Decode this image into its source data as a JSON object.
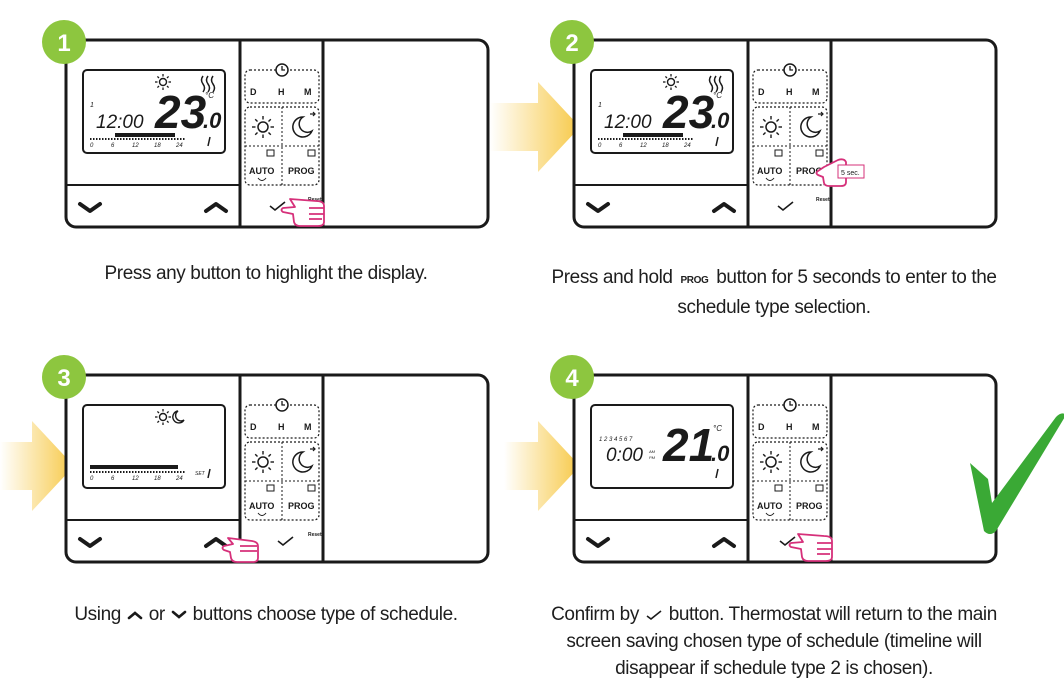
{
  "colors": {
    "badge": "#8dc63f",
    "arrow": "#f7c948",
    "hand": "#d6307a",
    "check": "#3aa935",
    "outline": "#1a1a1a"
  },
  "device": {
    "mode_d": "D",
    "mode_h": "H",
    "mode_m": "M",
    "auto_label": "AUTO",
    "prog_label": "PROG",
    "reset_label": "Reset",
    "hold_tag": "5 sec.",
    "timeline_ticks": [
      "0",
      "6",
      "12",
      "18",
      "24"
    ],
    "set_label": "SET"
  },
  "steps": [
    {
      "number": "1",
      "display": {
        "time": "12:00",
        "temp": "23",
        "temp_dec": ".0",
        "unit": "°C"
      },
      "caption": [
        "Press any button to highlight the display."
      ]
    },
    {
      "number": "2",
      "display": {
        "time": "12:00",
        "temp": "23",
        "temp_dec": ".0",
        "unit": "°C"
      },
      "caption_pre": "Press and hold",
      "caption_post": "button for 5 seconds to enter to the",
      "caption_line2": "schedule type selection."
    },
    {
      "number": "3",
      "caption_pre": "Using",
      "caption_mid": "or",
      "caption_post": "buttons choose type of schedule."
    },
    {
      "number": "4",
      "display": {
        "days": "1 2 3 4 5 6 7",
        "time": "0:00",
        "am": "AM",
        "pm": "PM",
        "temp": "21",
        "temp_dec": ".0",
        "unit": "°C"
      },
      "caption_pre": "Confirm by",
      "caption_post": "button. Thermostat will return to the main",
      "caption_line2": "screen saving chosen type of schedule (timeline will",
      "caption_line3": "disappear if schedule type 2 is chosen)."
    }
  ]
}
